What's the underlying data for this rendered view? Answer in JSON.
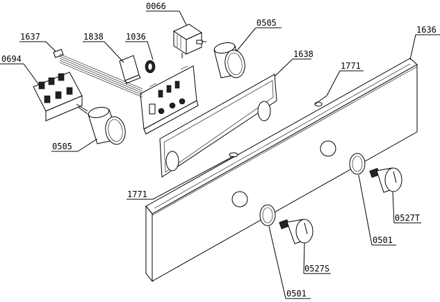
{
  "labels": {
    "l_0066": "0066",
    "l_0505_top": "0505",
    "l_1636": "1636",
    "l_1637": "1637",
    "l_1838": "1838",
    "l_1036": "1036",
    "l_0694": "0694",
    "l_1638": "1638",
    "l_1771_top": "1771",
    "l_0505_left": "0505",
    "l_1771_left": "1771",
    "l_0527T": "0527T",
    "l_0501_right": "0501",
    "l_0527S": "0527S",
    "l_0501_bottom": "0501"
  }
}
